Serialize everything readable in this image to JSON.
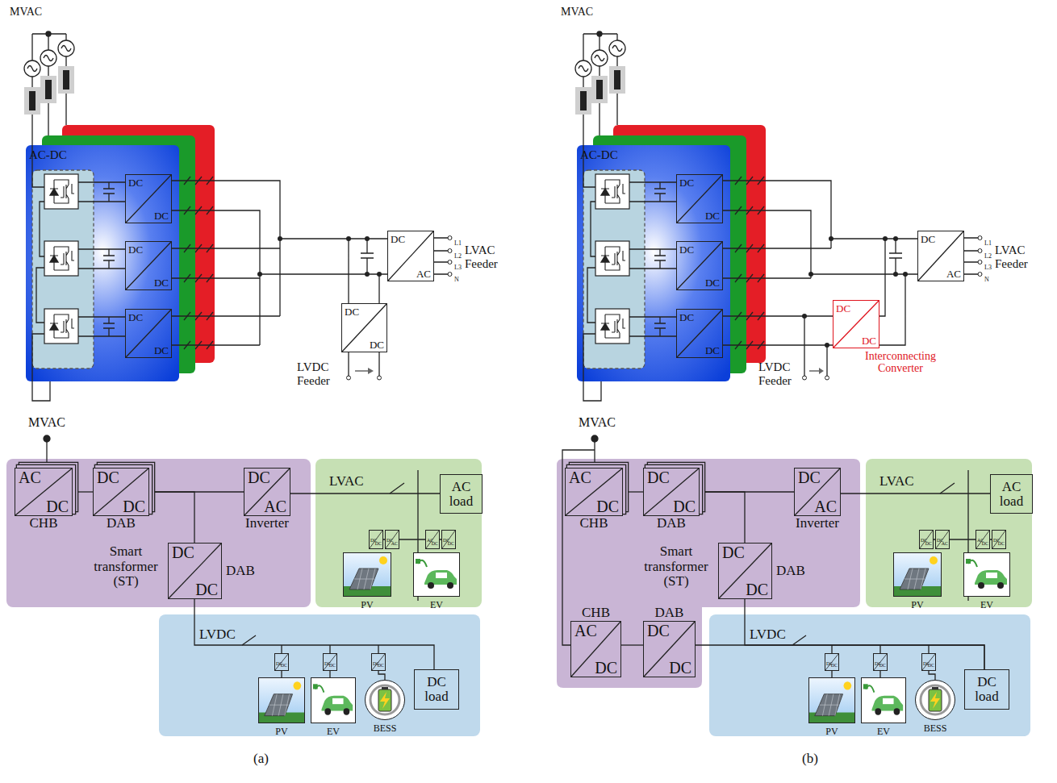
{
  "diagram": {
    "nodes": [
      {
        "text": [
          "AC-DC"
        ]
      },
      {
        "text": [
          "DC",
          "DC"
        ],
        "in": 0
      },
      {
        "text": [
          "DC",
          "DC"
        ],
        "in": 0
      },
      {
        "text": [
          "DC",
          "DC"
        ],
        "in": 0
      },
      {
        "text": [
          "DC",
          "AC"
        ]
      },
      {
        "text": [
          "DC",
          "DC"
        ]
      },
      {
        "text": [
          "AC-DC"
        ]
      },
      {
        "text": [
          "DC",
          "DC"
        ],
        "in": 6
      },
      {
        "text": [
          "DC",
          "DC"
        ],
        "in": 6
      },
      {
        "text": [
          "DC",
          "DC"
        ],
        "in": 6
      },
      {
        "text": [
          "DC",
          "AC"
        ]
      },
      {
        "text": [
          "DC",
          "DC",
          "Interconnecting Converter"
        ]
      },
      {
        "text": [
          "Smart transformer (ST)"
        ]
      },
      {
        "text": [
          "AC",
          "DC",
          "CHB"
        ],
        "in": 12
      },
      {
        "text": [
          "DC",
          "DC",
          "DAB"
        ],
        "in": 12
      },
      {
        "text": [
          "DC",
          "AC",
          "Inverter"
        ],
        "in": 12
      },
      {
        "text": [
          "DC",
          "DC",
          "DAB"
        ],
        "in": 12
      },
      {
        "text": [
          "LVAC"
        ]
      },
      {
        "text": [
          "AC load"
        ],
        "in": 17
      },
      {
        "text": [
          "DC",
          "DC"
        ],
        "in": 17
      },
      {
        "text": [
          "DC",
          "AC"
        ],
        "in": 17
      },
      {
        "text": [
          "AC",
          "DC"
        ],
        "in": 17
      },
      {
        "text": [
          "DC",
          "DC"
        ],
        "in": 17
      },
      {
        "text": [
          "PV"
        ],
        "in": 17
      },
      {
        "text": [
          "EV"
        ],
        "in": 17
      },
      {
        "text": [
          "LVDC"
        ]
      },
      {
        "text": [
          "DC",
          "DC"
        ],
        "in": 25
      },
      {
        "text": [
          "DC",
          "DC"
        ],
        "in": 25
      },
      {
        "text": [
          "DC",
          "DC"
        ],
        "in": 25
      },
      {
        "text": [
          "PV"
        ],
        "in": 25
      },
      {
        "text": [
          "EV"
        ],
        "in": 25
      },
      {
        "text": [
          "BESS"
        ],
        "in": 25
      },
      {
        "text": [
          "DC load"
        ],
        "in": 25
      },
      {
        "text": [
          "Smart transformer (ST)"
        ]
      },
      {
        "text": [
          "AC",
          "DC",
          "CHB"
        ],
        "in": 33
      },
      {
        "text": [
          "DC",
          "DC",
          "DAB"
        ],
        "in": 33
      },
      {
        "text": [
          "DC",
          "AC",
          "Inverter"
        ],
        "in": 33
      },
      {
        "text": [
          "DC",
          "DC",
          "DAB"
        ],
        "in": 33
      },
      {
        "text": [
          "AC",
          "DC",
          "CHB"
        ],
        "in": 33
      },
      {
        "text": [
          "DC",
          "DC",
          "DAB"
        ],
        "in": 33
      },
      {
        "text": [
          "LVAC"
        ]
      },
      {
        "text": [
          "AC load"
        ],
        "in": 40
      },
      {
        "text": [
          "DC",
          "DC"
        ],
        "in": 40
      },
      {
        "text": [
          "DC",
          "AC"
        ],
        "in": 40
      },
      {
        "text": [
          "AC",
          "DC"
        ],
        "in": 40
      },
      {
        "text": [
          "DC",
          "DC"
        ],
        "in": 40
      },
      {
        "text": [
          "PV"
        ],
        "in": 40
      },
      {
        "text": [
          "EV"
        ],
        "in": 40
      },
      {
        "text": [
          "LVDC"
        ]
      },
      {
        "text": [
          "DC",
          "DC"
        ],
        "in": 48
      },
      {
        "text": [
          "DC",
          "DC"
        ],
        "in": 48
      },
      {
        "text": [
          "DC",
          "DC"
        ],
        "in": 48
      },
      {
        "text": [
          "PV"
        ],
        "in": 48
      },
      {
        "text": [
          "EV"
        ],
        "in": 48
      },
      {
        "text": [
          "BESS"
        ],
        "in": 48
      },
      {
        "text": [
          "DC load"
        ],
        "in": 48
      }
    ],
    "edges": [
      {
        "from": 13,
        "to": 14,
        "arrow": "none"
      },
      {
        "from": 14,
        "to": 15,
        "arrow": "none"
      },
      {
        "from": 14,
        "to": 16,
        "arrow": "none"
      },
      {
        "from": 15,
        "to": 18,
        "arrow": "none"
      },
      {
        "from": 16,
        "to": 32,
        "arrow": "none"
      },
      {
        "from": 34,
        "to": 35,
        "arrow": "none"
      },
      {
        "from": 35,
        "to": 36,
        "arrow": "none"
      },
      {
        "from": 35,
        "to": 37,
        "arrow": "none"
      },
      {
        "from": 36,
        "to": 41,
        "arrow": "none"
      },
      {
        "from": 38,
        "to": 39,
        "arrow": "none"
      },
      {
        "from": 39,
        "to": 55,
        "arrow": "none"
      },
      {
        "from": 37,
        "to": 55,
        "arrow": "none"
      }
    ],
    "labels": [
      "MVAC",
      "L1",
      "L2",
      "L3",
      "N",
      "LVAC Feeder",
      "LVDC Feeder",
      "MVAC",
      "L1",
      "L2",
      "L3",
      "N",
      "LVAC Feeder",
      "LVDC Feeder",
      "MVAC",
      "MVAC",
      "(a)",
      "(b)"
    ]
  }
}
